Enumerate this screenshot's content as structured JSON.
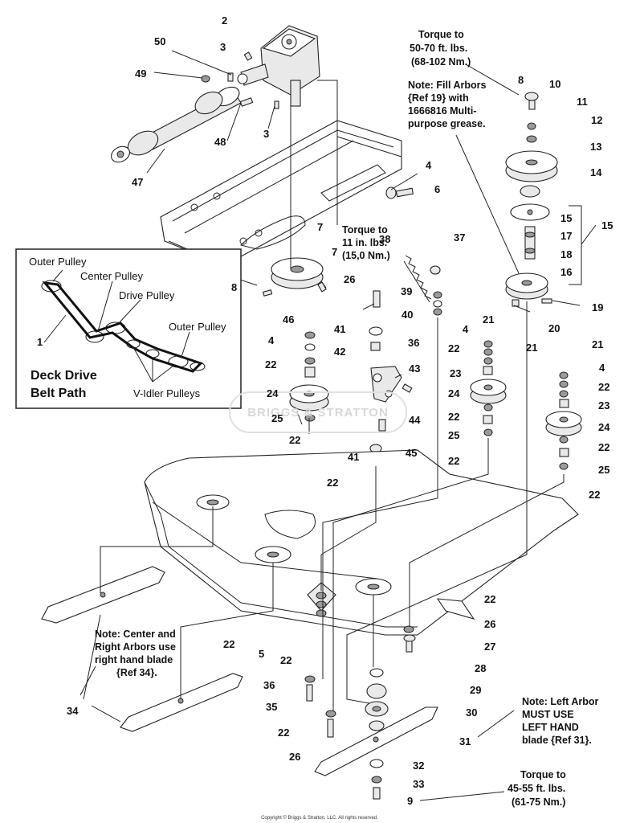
{
  "callouts": [
    "1",
    "2",
    "3",
    "3",
    "4",
    "4",
    "4",
    "4",
    "5",
    "6",
    "7",
    "7",
    "8",
    "8",
    "9",
    "10",
    "11",
    "12",
    "13",
    "14",
    "15",
    "15",
    "16",
    "17",
    "18",
    "19",
    "20",
    "21",
    "21",
    "21",
    "22",
    "22",
    "22",
    "22",
    "22",
    "22",
    "22",
    "22",
    "22",
    "22",
    "22",
    "22",
    "22",
    "23",
    "23",
    "24",
    "24",
    "24",
    "25",
    "25",
    "25",
    "26",
    "26",
    "26",
    "27",
    "28",
    "29",
    "30",
    "31",
    "32",
    "33",
    "34",
    "35",
    "36",
    "36",
    "37",
    "38",
    "39",
    "40",
    "41",
    "41",
    "42",
    "43",
    "44",
    "45",
    "46",
    "47",
    "48",
    "49",
    "50"
  ],
  "notes": {
    "torque_top": [
      "Torque to",
      "50-70 ft. lbs.",
      "(68-102 Nm.)"
    ],
    "fill_arbors": [
      "Note: Fill Arbors",
      "{Ref 19} with",
      "1666816 Multi-",
      "purpose grease."
    ],
    "torque_mid": [
      "Torque to",
      "11 in. lbs.",
      "(15,0 Nm.)"
    ],
    "center_right": [
      "Note: Center and",
      "Right Arbors use",
      "right hand blade",
      "{Ref 34}."
    ],
    "left_arbor": [
      "Note: Left Arbor",
      "MUST  USE",
      "LEFT HAND",
      "blade {Ref 31}."
    ],
    "torque_bottom": [
      "Torque to",
      "45-55 ft. lbs.",
      "(61-75 Nm.)"
    ]
  },
  "legend": {
    "title": [
      "Deck Drive",
      "Belt Path"
    ],
    "outer_pulley_left": "Outer Pulley",
    "center_pulley": "Center Pulley",
    "drive_pulley": "Drive Pulley",
    "outer_pulley_right": "Outer Pulley",
    "v_idler": "V-Idler Pulleys",
    "belt_ref": "1"
  },
  "watermark": "BRIGGS & STRATTON",
  "copyright": "Copyright © Briggs & Stratton, LLC. All rights reserved."
}
